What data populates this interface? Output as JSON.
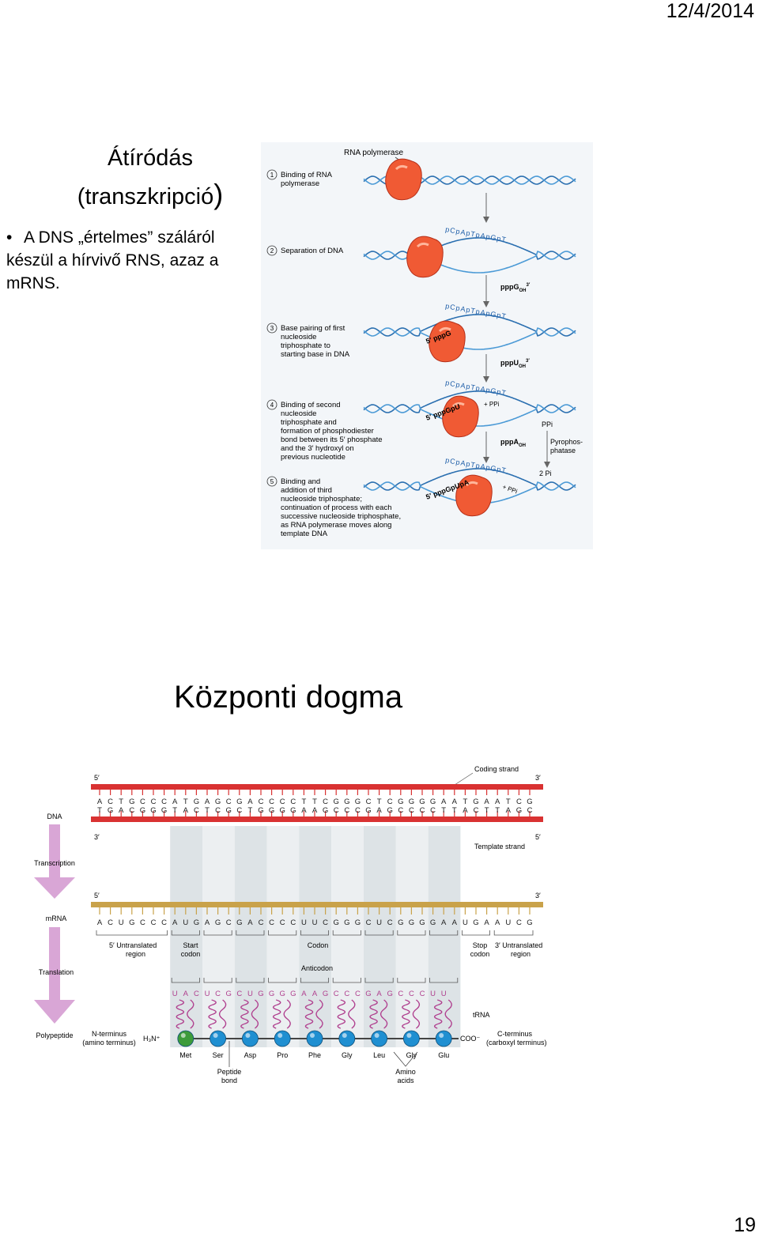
{
  "header": {
    "date": "12/4/2014"
  },
  "slide1": {
    "title_line1": "Átíródás",
    "title_line2": "(transzkripció",
    "title_paren": ")",
    "bullet_marker": "•",
    "bullet_line1": "A DNS „értelmes” száláról",
    "bullet_line2": "készül a hírvivő RNS, azaz a",
    "bullet_line3": "mRNS."
  },
  "figure1": {
    "top_label": "RNA polymerase",
    "steps": [
      {
        "num": "1",
        "lines": [
          "Binding of RNA",
          "polymerase"
        ]
      },
      {
        "num": "2",
        "lines": [
          "Separation of DNA"
        ]
      },
      {
        "num": "3",
        "lines": [
          "Base pairing of first",
          "nucleoside",
          "triphosphate to",
          "starting base in DNA"
        ]
      },
      {
        "num": "4",
        "lines": [
          "Binding of second",
          "nucleoside",
          "triphosphate and",
          "formation of phosphodiester",
          "bond between its 5′ phosphate",
          "and the 3′ hydroxyl on",
          "previous nucleotide"
        ]
      },
      {
        "num": "5",
        "lines": [
          "Binding and",
          "addition of third",
          "nucleoside triphosphate;",
          "continuation of process with each",
          "successive nucleoside triphosphate,",
          "as RNA polymerase moves along",
          "template DNA"
        ]
      }
    ],
    "dna_template": "pCpApTpApGpT",
    "nucleotide_g": "pppG",
    "nucleotide_u": "pppU",
    "nucleotide_a": "pppA",
    "subscript_oh": "OH",
    "prime3": "3′",
    "prime5": "5′",
    "rna_step3": "pppG",
    "rna_step4": "pppGpU",
    "rna_step5": "pppGpUpA",
    "ppi": "+ PPi",
    "ppi_side": "PPi",
    "enzyme_label_1": "Pyrophos-",
    "enzyme_label_2": "phatase",
    "two_pi": "2 Pi"
  },
  "slide2": {
    "title": "Központi dogma"
  },
  "figure2": {
    "left_labels": {
      "dna": "DNA",
      "transcription": "Transcription",
      "mrna": "mRNA",
      "translation": "Translation",
      "polypeptide": "Polypeptide"
    },
    "prime5": "5′",
    "prime3": "3′",
    "coding_strand_label": "Coding strand",
    "template_strand_label": "Template strand",
    "coding_strand": "ACTGCCCATGAGCGACCCCTTCGGGCTCGGGGAATGAATCG",
    "template_strand": "TGACGGGTACTCGCTGGGGAAGCCCGAGCCCCTTACTTAGC",
    "mrna_seq": "ACUGCCCAUGAGCGACCCCUUCGGGCUCGGGGAAUGAAUCG",
    "anticodons": [
      "UAC",
      "UCG",
      "CUG",
      "GGG",
      "AAG",
      "CCC",
      "GAG",
      "CCC",
      "UU"
    ],
    "amino_acids": [
      "Met",
      "Ser",
      "Asp",
      "Pro",
      "Phe",
      "Gly",
      "Leu",
      "Gly",
      "Glu"
    ],
    "utr5_1": "5′ Untranslated",
    "utr5_2": "region",
    "start_1": "Start",
    "start_2": "codon",
    "codon": "Codon",
    "anticodon": "Anticodon",
    "stop_1": "Stop",
    "stop_2": "codon",
    "utr3_1": "3′ Untranslated",
    "utr3_2": "region",
    "trna": "tRNA",
    "nterm_1": "N-terminus",
    "nterm_2": "(amino terminus)",
    "h3n": "H₃N⁺",
    "coo": "COO⁻",
    "cterm_1": "C-terminus",
    "cterm_2": "(carboxyl terminus)",
    "peptide_1": "Peptide",
    "peptide_2": "bond",
    "amino_1": "Amino",
    "amino_2": "acids",
    "colors": {
      "backbone_red": "#d93232",
      "backbone_tan": "#c9a24a",
      "trna_pink": "#b0408f",
      "met_green": "#3d9b3a",
      "aa_blue": "#1f8fd1",
      "arrow_pink": "#d9a6d6"
    }
  },
  "footer": {
    "page_number": "19"
  }
}
